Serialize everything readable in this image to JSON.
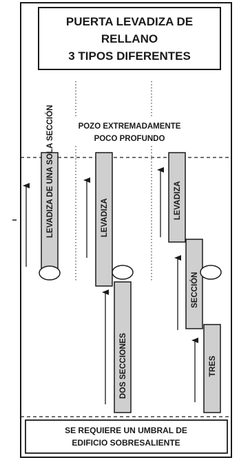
{
  "title": {
    "line1": "PUERTA LEVADIZA DE",
    "line2": "RELLANO",
    "line3": "3 TIPOS DIFERENTES"
  },
  "pit_note": {
    "line1": "POZO EXTREMADAMENTE",
    "line2": "POCO PROFUNDO"
  },
  "doors": {
    "single": {
      "label": "LEVADIZA DE UNA SOLA SECCIÓN"
    },
    "two_section": {
      "upper_label": "LEVADIZA",
      "lower_label": "DOS SECCIONES"
    },
    "three_section": {
      "top_label": "LEVADIZA",
      "middle_label": "SECCIÓN",
      "bottom_label": "TRES"
    }
  },
  "footer": {
    "line1": "SE REQUIERE UN UMBRAL DE",
    "line2": "EDIFICIO SOBRESALIENTE"
  },
  "colors": {
    "panel_fill": "#cfcfcf",
    "stroke": "#1a1a1a"
  }
}
